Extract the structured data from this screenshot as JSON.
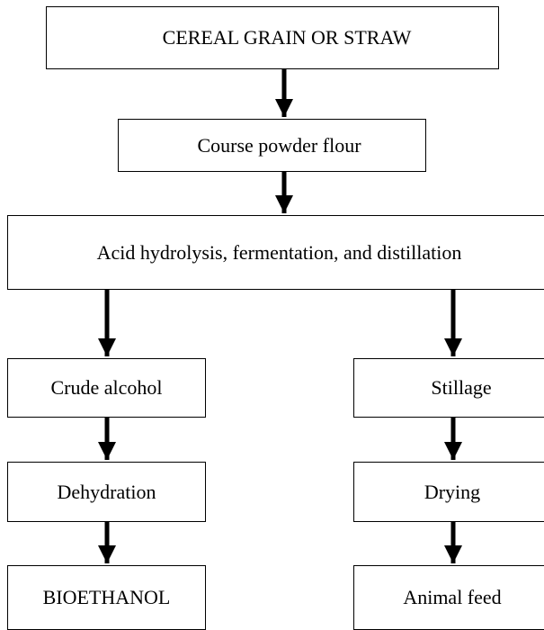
{
  "nodes": {
    "cereal": "CEREAL GRAIN OR STRAW",
    "powder": "Course powder flour",
    "acid": "Acid hydrolysis, fermentation, and distillation",
    "crude_alcohol": "Crude alcohol",
    "dehydration": "Dehydration",
    "bioethanol": "BIOETHANOL",
    "stillage": "Stillage",
    "drying": "Drying",
    "animal_feed": "Animal feed"
  },
  "colors": {
    "stroke": "#000000",
    "background": "#ffffff"
  }
}
